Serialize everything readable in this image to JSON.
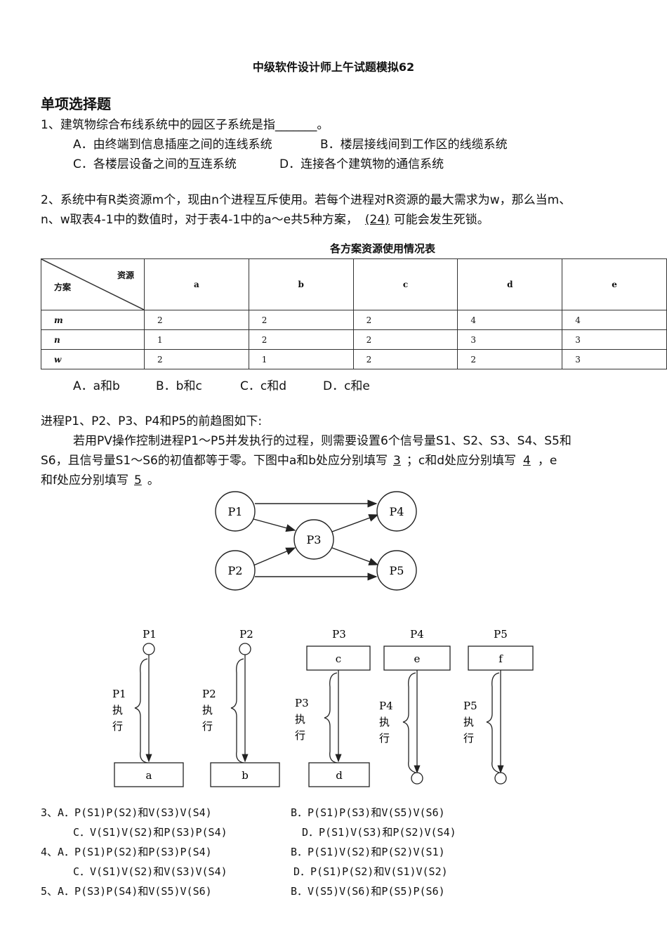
{
  "title": "中级软件设计师上午试题模拟62",
  "section": "单项选择题",
  "q1": {
    "stem": "1、建筑物综合布线系统中的园区子系统是指_______。",
    "optA": "A．由终端到信息插座之间的连线系统",
    "optB": "B．楼层接线间到工作区的线缆系统",
    "optC": "C．各楼层设备之间的互连系统",
    "optD": "D．连接各个建筑物的通信系统"
  },
  "q2": {
    "line1": "2、系统中有R类资源m个，现由n个进程互斥使用。若每个进程对R资源的最大需求为w，那么当m、",
    "line2": "n、w取表4-1中的数值时，对于表4-1中的a～e共5种方案，",
    "blank": "(24)",
    "line2_end": "可能会发生死锁。",
    "options": [
      "A．a和b",
      "B．b和c",
      "C．c和d",
      "D．c和e"
    ]
  },
  "table": {
    "title": "各方案资源使用情况表",
    "corner_top": "资源",
    "corner_bottom": "方案",
    "columns": [
      "a",
      "b",
      "c",
      "d",
      "e"
    ],
    "rows": [
      {
        "label": "m",
        "values": [
          "2",
          "2",
          "2",
          "4",
          "4"
        ]
      },
      {
        "label": "n",
        "values": [
          "1",
          "2",
          "2",
          "3",
          "3"
        ]
      },
      {
        "label": "w",
        "values": [
          "2",
          "1",
          "2",
          "2",
          "3"
        ]
      }
    ]
  },
  "q3intro": {
    "line1": "进程P1、P2、P3、P4和P5的前趋图如下:",
    "line2": "若用PV操作控制进程P1～P5并发执行的过程，则需要设置6个信号量S1、S2、S3、S4、S5和",
    "line3a": "S6，且信号量S1～S6的初值都等于零。下图中a和b处应分别填写",
    "blank3": "3",
    "line3b": "；c和d处应分别填写",
    "blank4": "4",
    "line3c": "，e",
    "line4a": "和f处应分别填写",
    "blank5": "5",
    "line4b": "。"
  },
  "graph": {
    "nodes": [
      "P1",
      "P2",
      "P3",
      "P4",
      "P5"
    ]
  },
  "process": {
    "labels": [
      "P1",
      "P2",
      "P3",
      "P4",
      "P5"
    ],
    "boxes": [
      "a",
      "b",
      "c",
      "d",
      "e",
      "f"
    ],
    "exec": [
      [
        "P1",
        "执",
        "行"
      ],
      [
        "P2",
        "执",
        "行"
      ],
      [
        "P3",
        "执",
        "行"
      ],
      [
        "P4",
        "执",
        "行"
      ],
      [
        "P5",
        "执",
        "行"
      ]
    ]
  },
  "answers": {
    "q3a": "3、A．P(S1)P(S2)和V(S3)V(S4)",
    "q3b": "B．P(S1)P(S3)和V(S5)V(S6)",
    "q3c": "C．V(S1)V(S2)和P(S3)P(S4)",
    "q3d": "D．P(S1)V(S3)和P(S2)V(S4)",
    "q4a": "4、A．P(S1)P(S2)和P(S3)P(S4)",
    "q4b": "B．P(S1)V(S2)和P(S2)V(S1)",
    "q4c": "C．V(S1)V(S2)和V(S3)V(S4)",
    "q4d": "D．P(S1)P(S2)和V(S1)V(S2)",
    "q5a": "5、A．P(S3)P(S4)和V(S5)V(S6)",
    "q5b": "B．V(S5)V(S6)和P(S5)P(S6)"
  }
}
